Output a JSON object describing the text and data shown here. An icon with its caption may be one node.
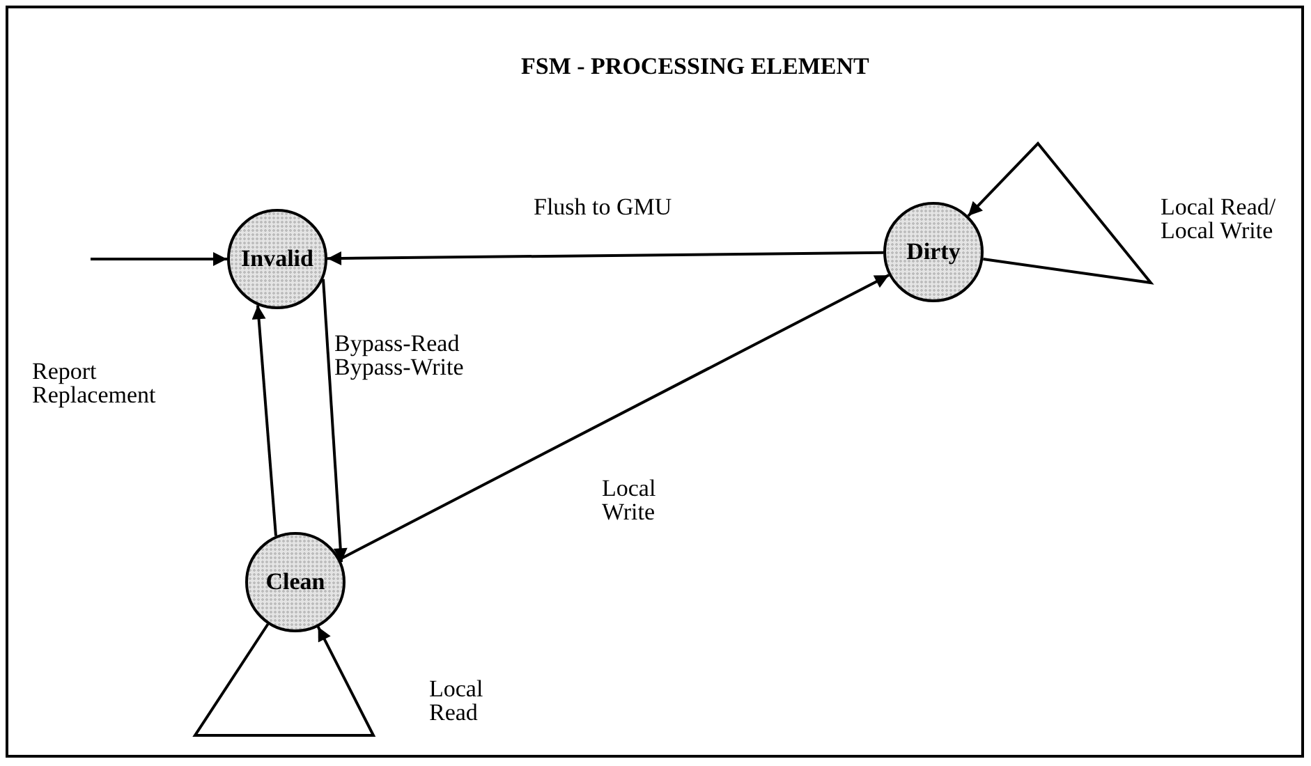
{
  "diagram": {
    "title": "FSM - PROCESSING ELEMENT",
    "nodes": [
      {
        "text": [
          "Invalid"
        ]
      },
      {
        "text": [
          "Dirty"
        ]
      },
      {
        "text": [
          "Clean"
        ]
      }
    ],
    "edges": [
      {
        "from": null,
        "to": 0,
        "arrow": "to"
      },
      {
        "from": 1,
        "to": 0,
        "arrow": "to",
        "label": "Flush to GMU"
      },
      {
        "from": 0,
        "to": 2,
        "arrow": "to",
        "label": "Bypass-Read Bypass-Write"
      },
      {
        "from": 2,
        "to": 0,
        "arrow": "to",
        "label": "Report Replacement"
      },
      {
        "from": 2,
        "to": 1,
        "arrow": "to",
        "label": "Local Write"
      },
      {
        "from": 1,
        "to": 1,
        "arrow": "to",
        "label": "Local Read/ Local Write"
      },
      {
        "from": 2,
        "to": 2,
        "arrow": "to",
        "label": "Local Read"
      }
    ]
  }
}
